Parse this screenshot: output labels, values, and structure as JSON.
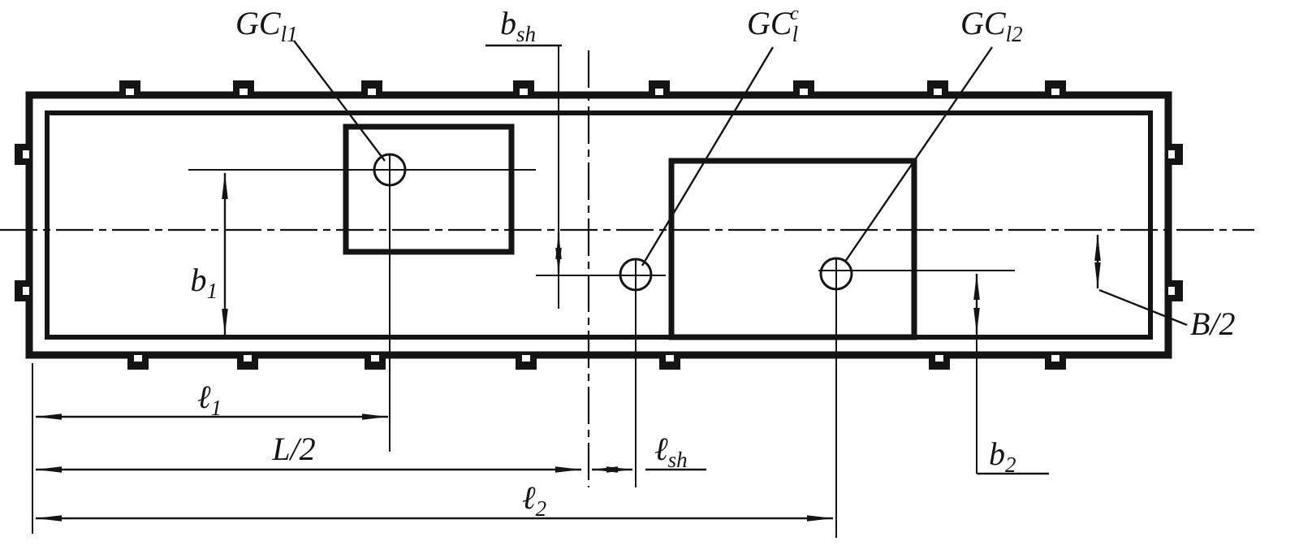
{
  "colors": {
    "line": "#141414",
    "background": "#ffffff"
  },
  "labels": {
    "gc1": {
      "main": "GC",
      "sub": "l1"
    },
    "b_sh": {
      "main": "b",
      "sub": "sh"
    },
    "gc_combined": {
      "main": "GC",
      "sub": "l",
      "sup": "c"
    },
    "gc2": {
      "main": "GC",
      "sub": "l2"
    },
    "b1": {
      "main": "b",
      "sub": "1"
    },
    "b2": {
      "main": "b",
      "sub": "2"
    },
    "half_breadth": "B/2",
    "l1": {
      "main": "ℓ",
      "sub": "1"
    },
    "half_length": "L/2",
    "l_sh": {
      "main": "ℓ",
      "sub": "sh"
    },
    "l2": {
      "main": "ℓ",
      "sub": "2"
    }
  }
}
